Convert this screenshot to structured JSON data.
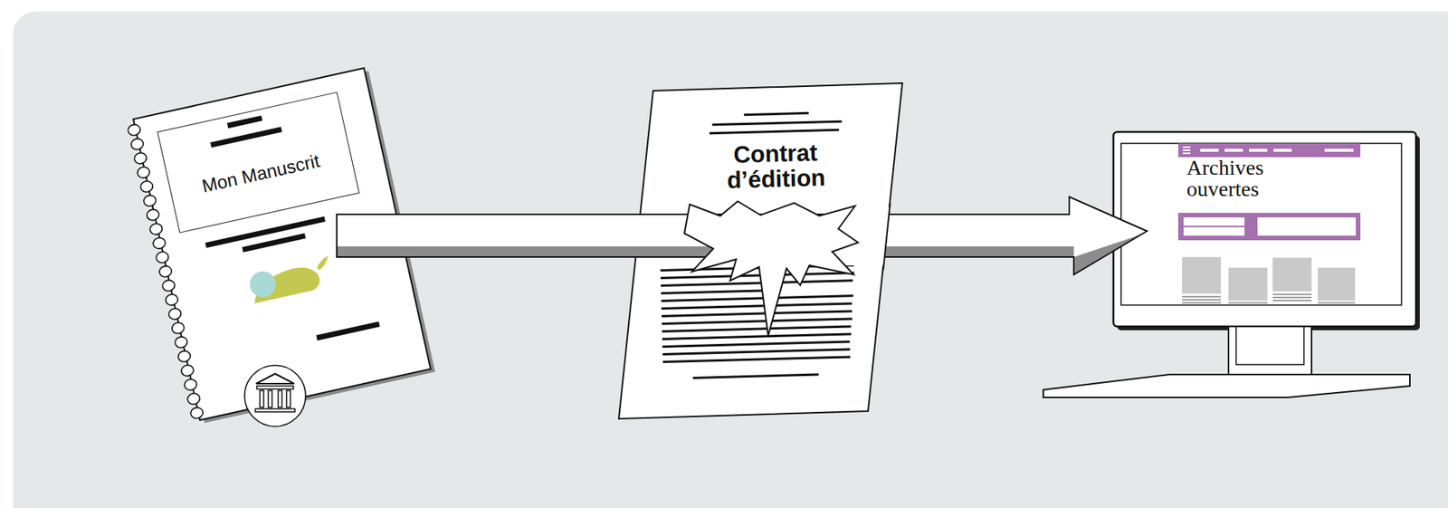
{
  "diagram": {
    "nodes": [
      {
        "text": [
          "Mon Manuscrit"
        ]
      },
      {
        "text": [
          "Contrat d’édition"
        ]
      },
      {
        "text": [
          "Archives ouvertes"
        ]
      }
    ],
    "edges": [
      {
        "from": 0,
        "to": 2,
        "arrow": "to"
      }
    ]
  }
}
